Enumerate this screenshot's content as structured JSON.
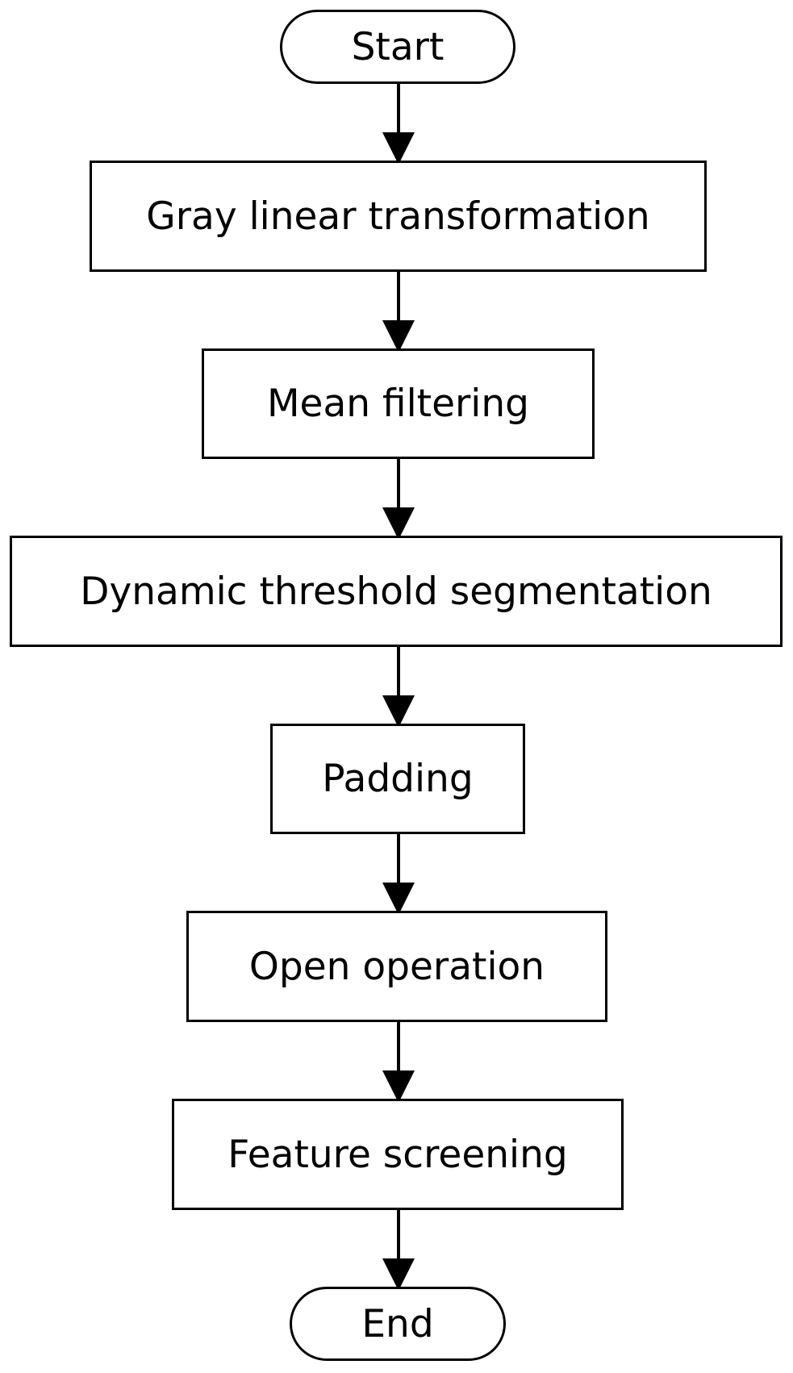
{
  "flowchart": {
    "start": "Start",
    "steps": [
      "Gray linear transformation",
      "Mean filtering",
      "Dynamic threshold segmentation",
      "Padding",
      "Open operation",
      "Feature screening"
    ],
    "end": "End"
  }
}
